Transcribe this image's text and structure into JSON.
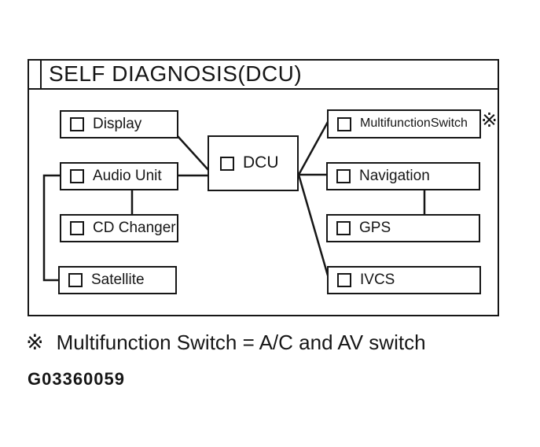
{
  "figure": {
    "title": "SELF DIAGNOSIS(DCU)",
    "reference_marker": "※",
    "footnote": "Multifunction Switch = A/C and AV switch",
    "figure_code": "G03360059",
    "line_color": "#161616",
    "background": "#ffffff"
  },
  "diagram": {
    "center_node": {
      "label": "DCU"
    },
    "left_nodes": [
      {
        "label": "Display"
      },
      {
        "label": "Audio Unit"
      },
      {
        "label": "CD Changer"
      },
      {
        "label": "Satellite"
      }
    ],
    "right_nodes": [
      {
        "label": "MultifunctionSwitch",
        "marker": "※"
      },
      {
        "label": "Navigation"
      },
      {
        "label": "GPS"
      },
      {
        "label": "IVCS"
      }
    ],
    "connections": [
      {
        "from": "Display",
        "to": "DCU"
      },
      {
        "from": "Audio Unit",
        "to": "DCU"
      },
      {
        "from": "Audio Unit",
        "to": "CD Changer"
      },
      {
        "from": "Audio Unit",
        "to": "Satellite"
      },
      {
        "from": "DCU",
        "to": "MultifunctionSwitch"
      },
      {
        "from": "DCU",
        "to": "Navigation"
      },
      {
        "from": "DCU",
        "to": "IVCS"
      },
      {
        "from": "Navigation",
        "to": "GPS"
      }
    ]
  }
}
